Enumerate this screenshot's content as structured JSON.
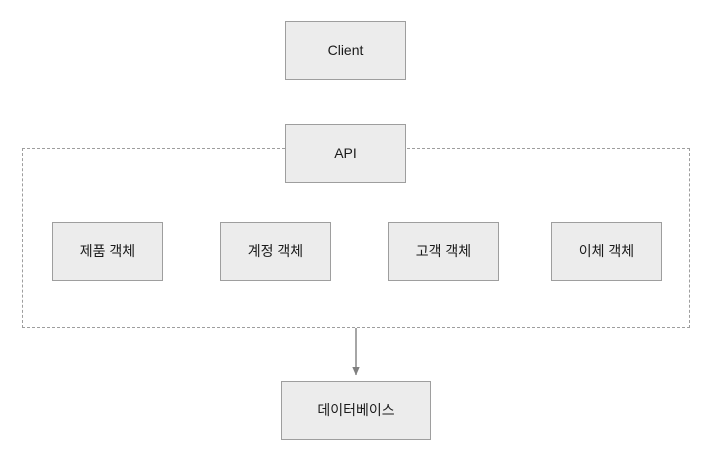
{
  "diagram": {
    "title": "",
    "background_color": "#FFFFFF",
    "node_fill_color": "#ECECEC",
    "node_border_color": "#9E9E9E",
    "boundary_border_color": "#9E9E9E",
    "edge_color": "#808080",
    "text_color": "#1A1A1A"
  },
  "nodes": {
    "client": {
      "label": "Client"
    },
    "api": {
      "label": "API"
    },
    "product_object": {
      "label": "제품 객체"
    },
    "account_object": {
      "label": "계정 객체"
    },
    "customer_object": {
      "label": "고객 객체"
    },
    "transfer_object": {
      "label": "이체 객체"
    },
    "database": {
      "label": "데이터베이스"
    }
  },
  "group": {
    "label": "",
    "style": "dashed"
  },
  "edges": [
    {
      "id": "group-to-database",
      "from": "service-group",
      "to": "database",
      "label": "",
      "arrowhead": "filled-triangle",
      "direction": "down"
    }
  ]
}
